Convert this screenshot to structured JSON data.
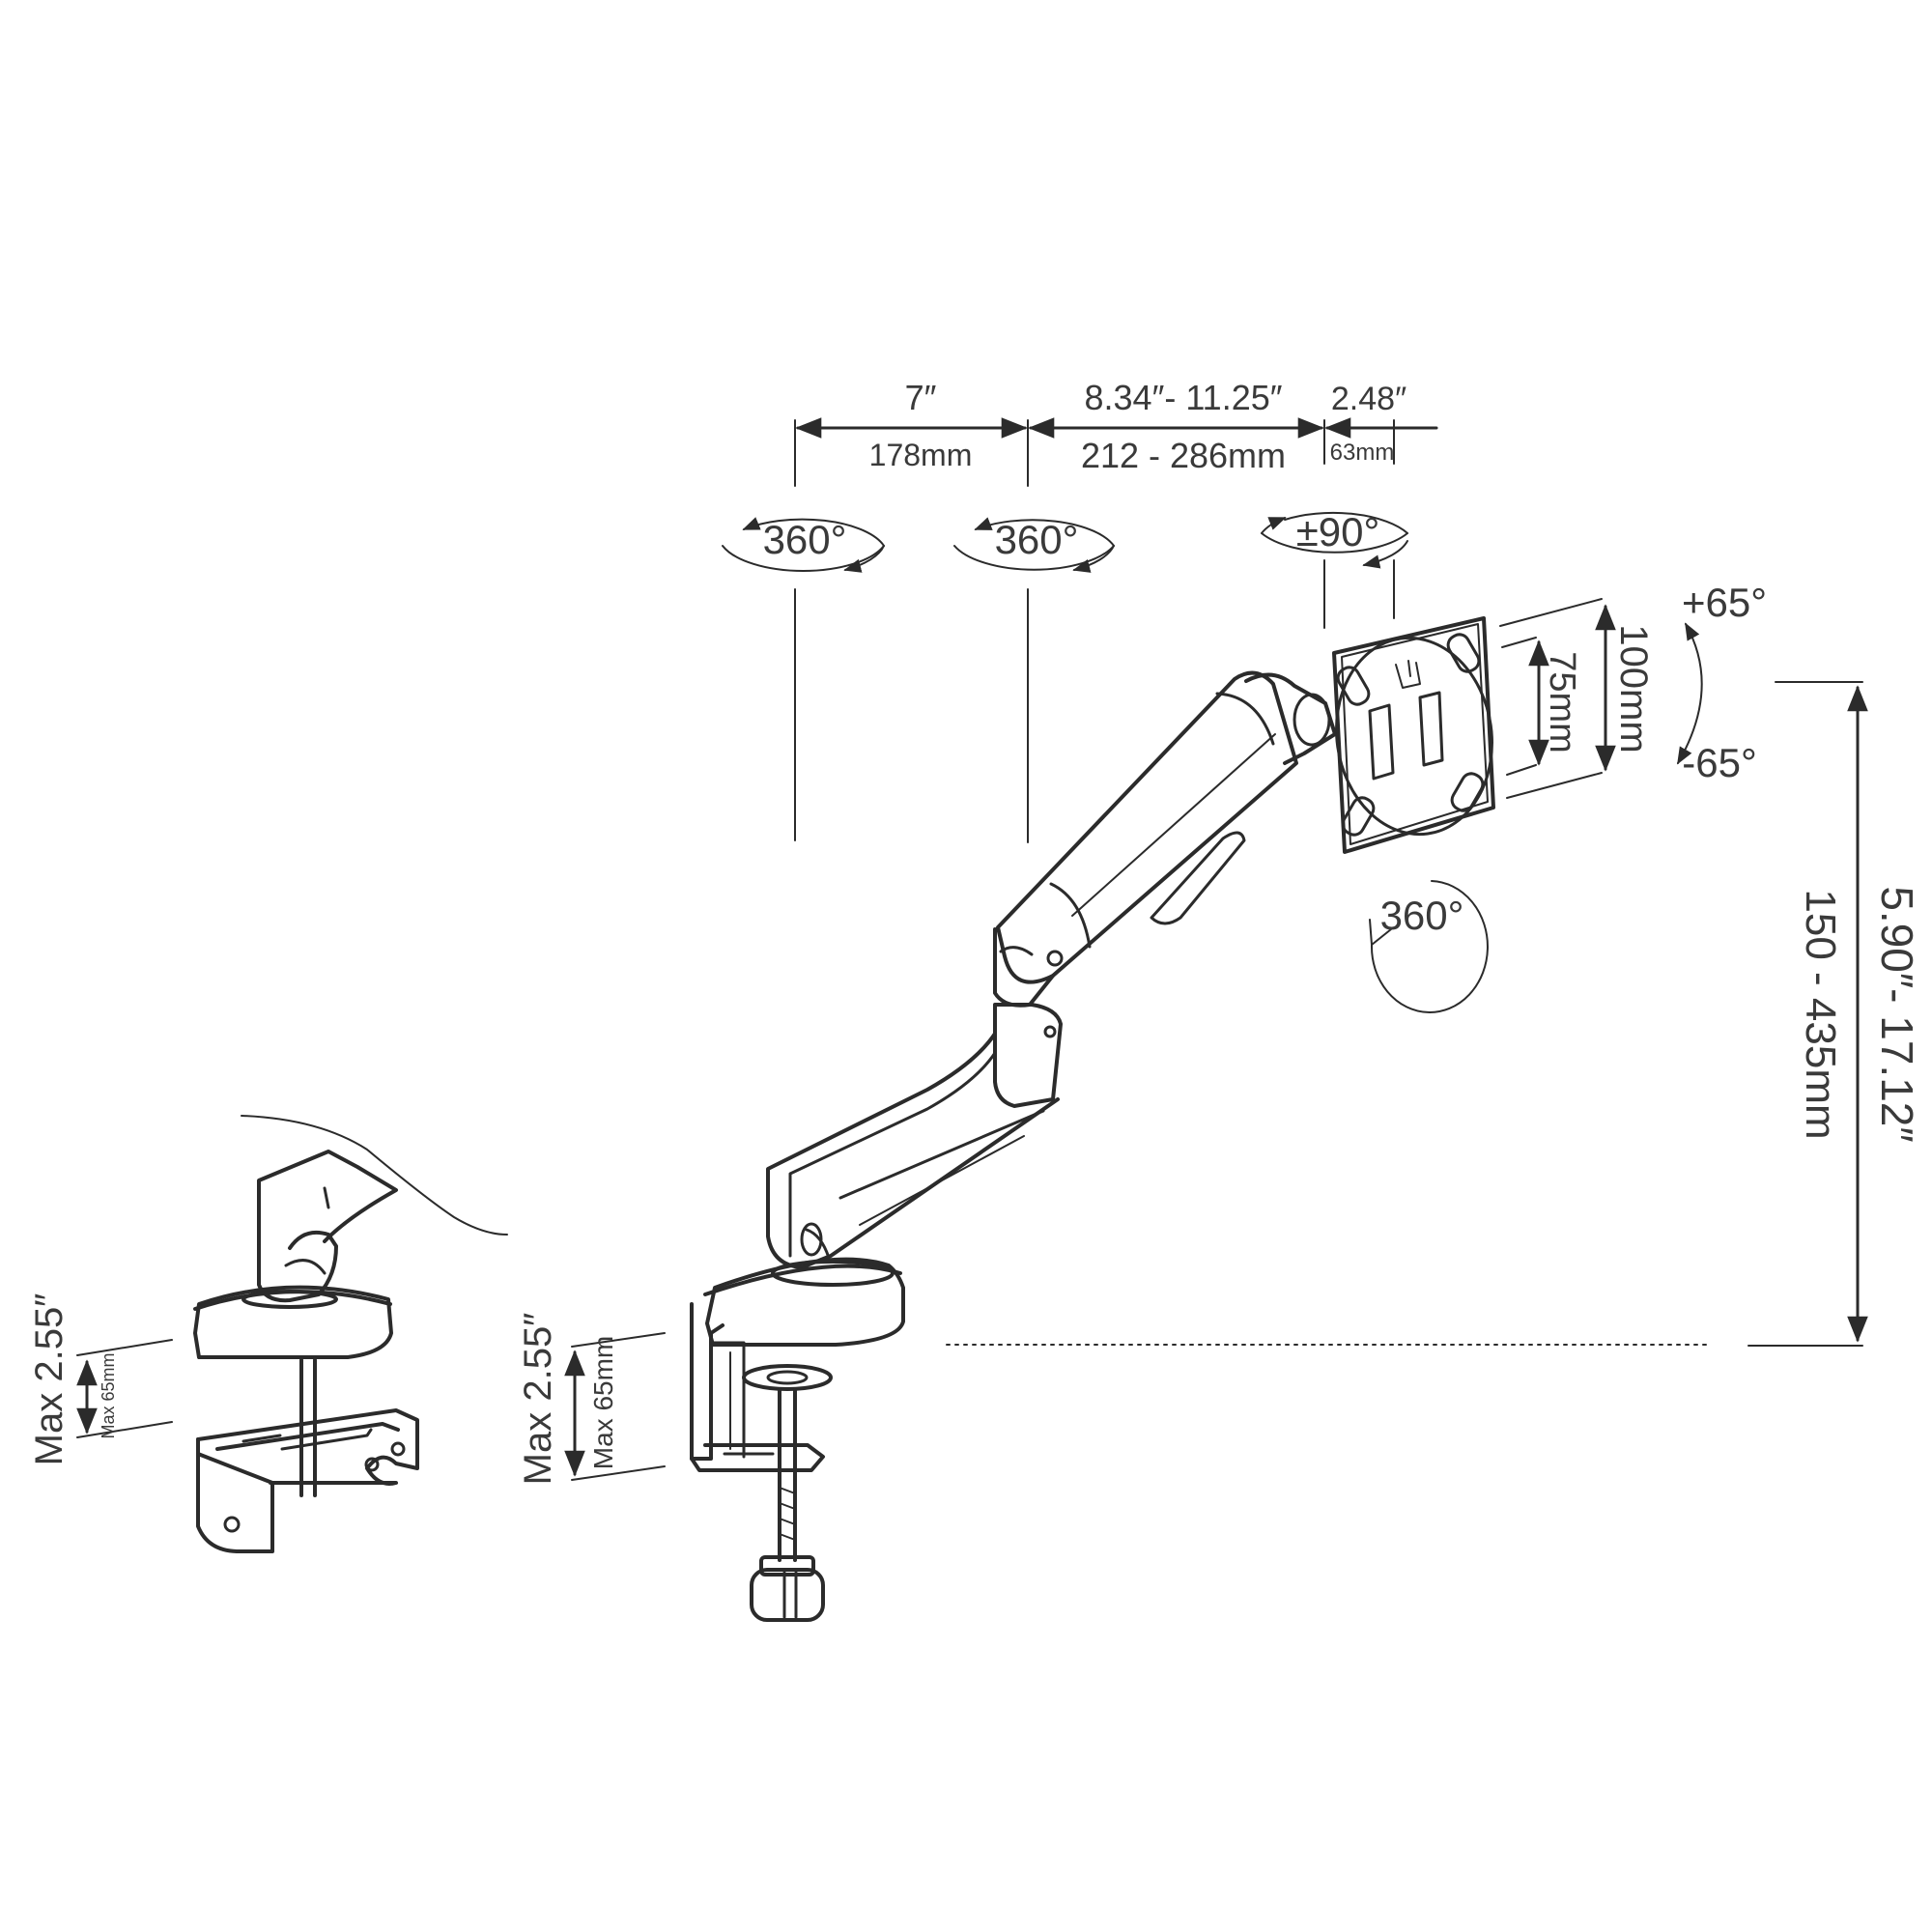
{
  "dimensions": {
    "arm1_in": "7″",
    "arm1_mm": "178mm",
    "arm2_in": "8.34″- 11.25″",
    "arm2_mm": "212 - 286mm",
    "head_in": "2.48″",
    "head_mm": "63mm",
    "height_in": "5.90″- 17.12″",
    "height_mm": "150 - 435mm",
    "clamp_left_in": "Max 2.55″",
    "clamp_left_mm": "Max 65mm",
    "clamp_center_in": "Max 2.55″",
    "clamp_center_mm": "Max 65mm"
  },
  "rotations": {
    "base": "360°",
    "elbow": "360°",
    "swivel": "±90°",
    "rotate": "360°",
    "tilt_up": "+65°",
    "tilt_down": "-65°"
  },
  "vesa": {
    "outer": "100mm",
    "inner": "75mm"
  }
}
